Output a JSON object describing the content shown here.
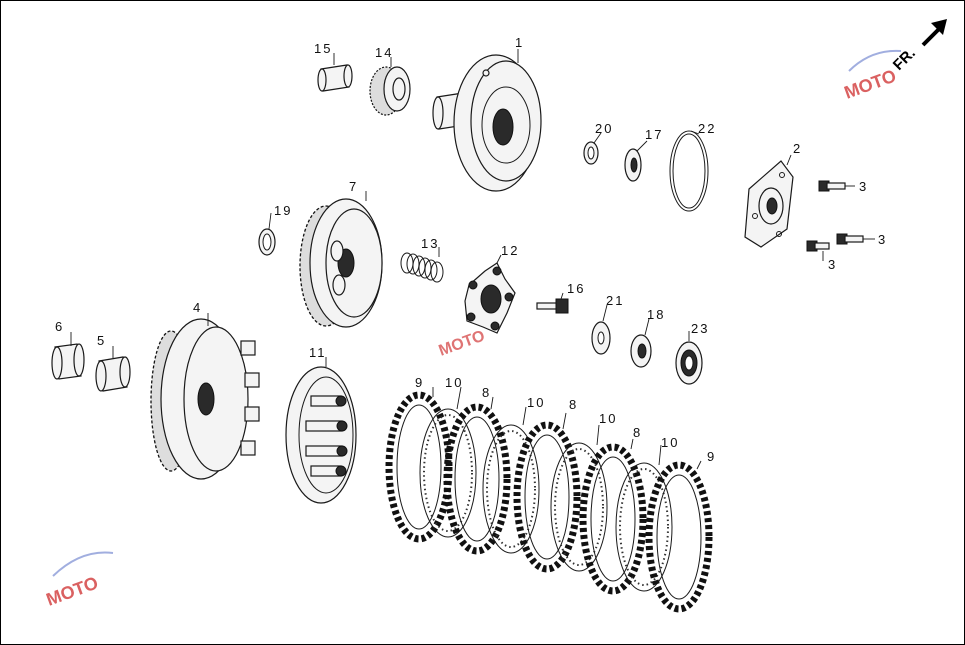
{
  "diagram": {
    "direction_label": "FR.",
    "watermark_text": "MOTO",
    "callouts": [
      {
        "id": "c1",
        "text": "1"
      },
      {
        "id": "c2",
        "text": "2"
      },
      {
        "id": "c3a",
        "text": "3"
      },
      {
        "id": "c3b",
        "text": "3"
      },
      {
        "id": "c3c",
        "text": "3"
      },
      {
        "id": "c4",
        "text": "4"
      },
      {
        "id": "c5",
        "text": "5"
      },
      {
        "id": "c6",
        "text": "6"
      },
      {
        "id": "c7",
        "text": "7"
      },
      {
        "id": "c8a",
        "text": "8"
      },
      {
        "id": "c8b",
        "text": "8"
      },
      {
        "id": "c8c",
        "text": "8"
      },
      {
        "id": "c9a",
        "text": "9"
      },
      {
        "id": "c9b",
        "text": "9"
      },
      {
        "id": "c10a",
        "text": "10"
      },
      {
        "id": "c10b",
        "text": "10"
      },
      {
        "id": "c10c",
        "text": "10"
      },
      {
        "id": "c10d",
        "text": "10"
      },
      {
        "id": "c11",
        "text": "11"
      },
      {
        "id": "c12",
        "text": "12"
      },
      {
        "id": "c13",
        "text": "13"
      },
      {
        "id": "c14",
        "text": "14"
      },
      {
        "id": "c15",
        "text": "15"
      },
      {
        "id": "c16",
        "text": "16"
      },
      {
        "id": "c17",
        "text": "17"
      },
      {
        "id": "c18",
        "text": "18"
      },
      {
        "id": "c19",
        "text": "19"
      },
      {
        "id": "c20",
        "text": "20"
      },
      {
        "id": "c21",
        "text": "21"
      },
      {
        "id": "c22",
        "text": "22"
      },
      {
        "id": "c23",
        "text": "23"
      }
    ],
    "colors": {
      "line": "#1a1a1a",
      "watermark_red": "#d23a3a",
      "watermark_blue": "#8a9ad8"
    }
  }
}
